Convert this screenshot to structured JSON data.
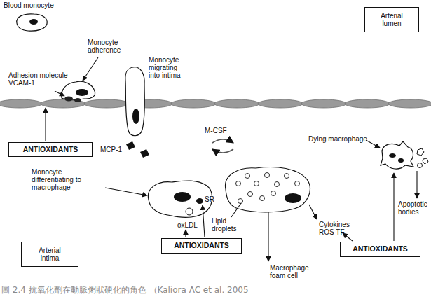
{
  "diagram": {
    "caption": "圖 2.4 抗氧化劑在動脈粥狀硬化的角色 （Kaliora AC et al. 2005",
    "nodes": [
      {
        "text": [
          "Arterial lumen"
        ]
      },
      {
        "text": [
          "ANTIOXIDANTS"
        ]
      },
      {
        "text": [
          "Arterial intima"
        ]
      },
      {
        "text": [
          "ANTIOXIDANTS"
        ]
      },
      {
        "text": [
          "ANTIOXIDANTS"
        ]
      }
    ],
    "labels": [
      "Blood monocyte",
      "Monocyte adherence",
      "Monocyte migrating into intima",
      "Adhesion molecule VCAM-1",
      "M-CSF",
      "Dying macrophage",
      "MCP-1",
      "Monocyte differentiating to macrophage",
      "SR",
      "Apoptotic bodies",
      "Lipid droplets",
      "Cytokines ROS TF",
      "oxLDL",
      "Macrophage foam cell"
    ]
  }
}
